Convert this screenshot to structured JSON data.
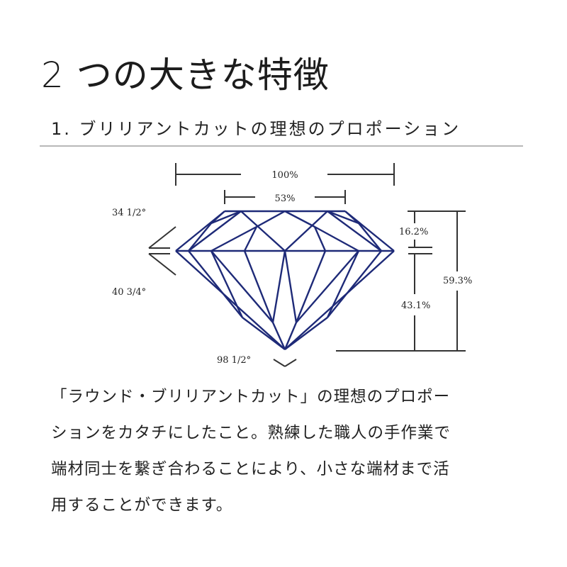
{
  "header": {
    "title": "2 つの大きな特徴",
    "subtitle": "1. ブリリアントカットの理想のプロポーション"
  },
  "diagram": {
    "labels": {
      "total_diameter": "100%",
      "table_width": "53%",
      "crown_angle": "34 1/2°",
      "pavilion_angle": "40 3/4°",
      "culet_angle": "98 1/2°",
      "crown_height": "16.2%",
      "pavilion_depth": "43.1%",
      "total_depth": "59.3%"
    },
    "colors": {
      "diamond_line": "#1e2a78",
      "dimension_line": "#333333"
    }
  },
  "body": {
    "lines": [
      "「ラウンド・ブリリアントカット」の理想のプロポー",
      "ションをカタチにしたこと。熟練した職人の手作業で",
      "端材同士を繋ぎ合わることにより、小さな端材まで活",
      "用することができます。"
    ]
  }
}
